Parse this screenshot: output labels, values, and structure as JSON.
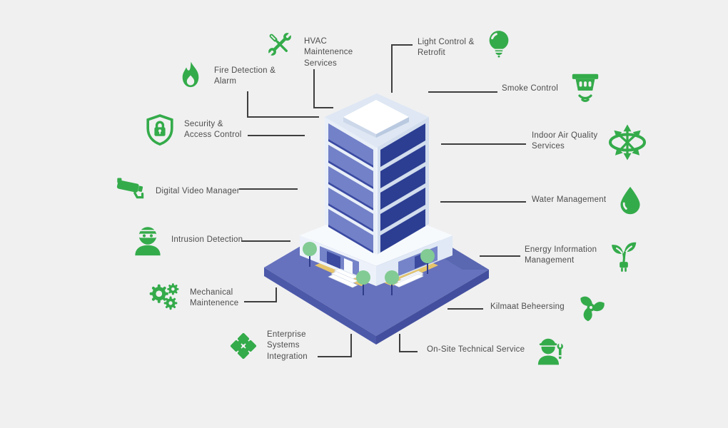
{
  "diagram": {
    "title": "smart building services diagram",
    "palette": {
      "background": "#f0f0f1",
      "accent_green": "#34ab4a",
      "connector": "#3e3e3e",
      "text": "#4d4d4d",
      "ground": "#6672bd",
      "ground_edge": "#4c59a9",
      "podium": "#f7fafd",
      "roof": "#dee7f3",
      "tower_frame": "#e9eff8",
      "tower_window_left": "#7381c8",
      "tower_window_right": "#2c3e92",
      "tree": "#82cb94",
      "path_yellow": "#e5c46c"
    },
    "building": {
      "name": "isometric office tower on landscaped plaza"
    },
    "services": [
      {
        "id": "hvac",
        "label": "HVAC\nMaintenence\nServices",
        "icon": "tools-icon"
      },
      {
        "id": "fire",
        "label": "Fire Detection &\nAlarm",
        "icon": "flame-icon"
      },
      {
        "id": "security",
        "label": "Security &\nAccess Control",
        "icon": "shield-lock-icon"
      },
      {
        "id": "dvm",
        "label": "Digital Video Manager",
        "icon": "cctv-camera-icon"
      },
      {
        "id": "intrusion",
        "label": "Intrusion Detection",
        "icon": "burglar-icon"
      },
      {
        "id": "mechanical",
        "label": "Mechanical\nMaintenence",
        "icon": "gears-icon"
      },
      {
        "id": "enterprise",
        "label": "Enterprise\nSystems\nIntegration",
        "icon": "puzzle-icon"
      },
      {
        "id": "light",
        "label": "Light Control &\nRetrofit",
        "icon": "light-bulb-icon"
      },
      {
        "id": "smoke",
        "label": "Smoke Control",
        "icon": "smoke-detector-icon"
      },
      {
        "id": "indoor",
        "label": "Indoor Air Quality\nServices",
        "icon": "air-flow-icon"
      },
      {
        "id": "water",
        "label": "Water Management",
        "icon": "water-drop-icon"
      },
      {
        "id": "energy",
        "label": "Energy Information\nManagement",
        "icon": "plant-plug-icon"
      },
      {
        "id": "kilmaat",
        "label": "Kilmaat Beheersing",
        "icon": "fan-icon"
      },
      {
        "id": "onsite",
        "label": "On-Site Technical Service",
        "icon": "technician-icon"
      }
    ]
  }
}
